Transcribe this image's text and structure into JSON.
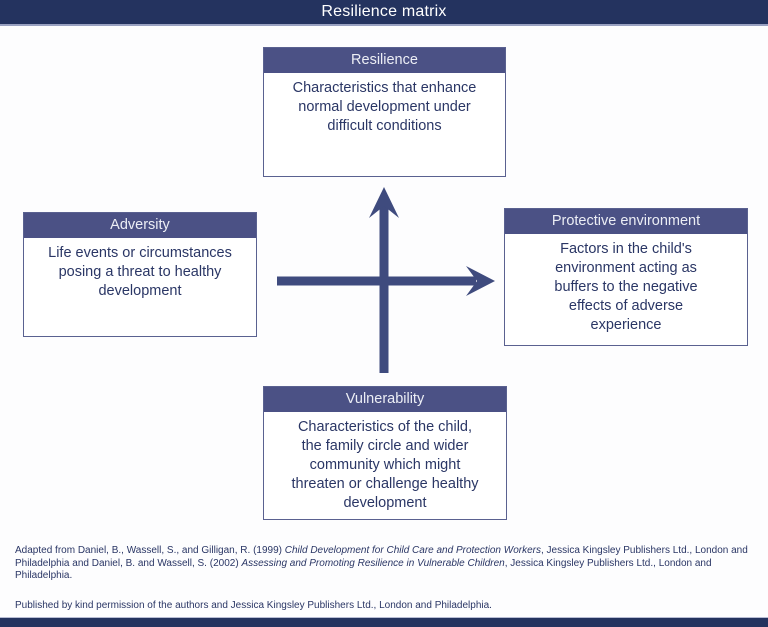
{
  "title": "Resilience matrix",
  "matrix": {
    "resilience": {
      "label": "Resilience",
      "description": "Characteristics that enhance\nnormal development under\ndifficult conditions"
    },
    "adversity": {
      "label": "Adversity",
      "description": "Life events or circumstances\nposing a threat to healthy\ndevelopment"
    },
    "protective_environment": {
      "label": "Protective environment",
      "description": "Factors in the child's\nenvironment acting as\nbuffers to the negative\neffects of adverse\nexperience"
    },
    "vulnerability": {
      "label": "Vulnerability",
      "description": "Characteristics of the child,\nthe family circle and wider\ncommunity which might\nthreaten or challenge healthy\ndevelopment"
    }
  },
  "axes": {
    "up_arrow": "up-arrow",
    "right_arrow": "right-arrow"
  },
  "footer": {
    "attribution": {
      "part1": "Adapted from Daniel, B., Wassell, S., and Gilligan, R. (1999) ",
      "book1": "Child Development for Child Care and Protection Workers",
      "part2": ", Jessica Kingsley Publishers Ltd., London and Philadelphia and Daniel, B. and Wassell, S. (2002) ",
      "book2": "Assessing and Promoting Resilience in Vulnerable Children",
      "part3": ", Jessica Kingsley Publishers Ltd., London and Philadelphia."
    },
    "permission": "Published by kind permission of the authors and Jessica Kingsley Publishers Ltd., London and Philadelphia."
  },
  "colors": {
    "bar_navy": "#24335f",
    "box_header_bg": "#4b5185",
    "arrow": "#3f4b7e",
    "body_text": "#2a3665",
    "bar_separator": "#99a1c1"
  }
}
